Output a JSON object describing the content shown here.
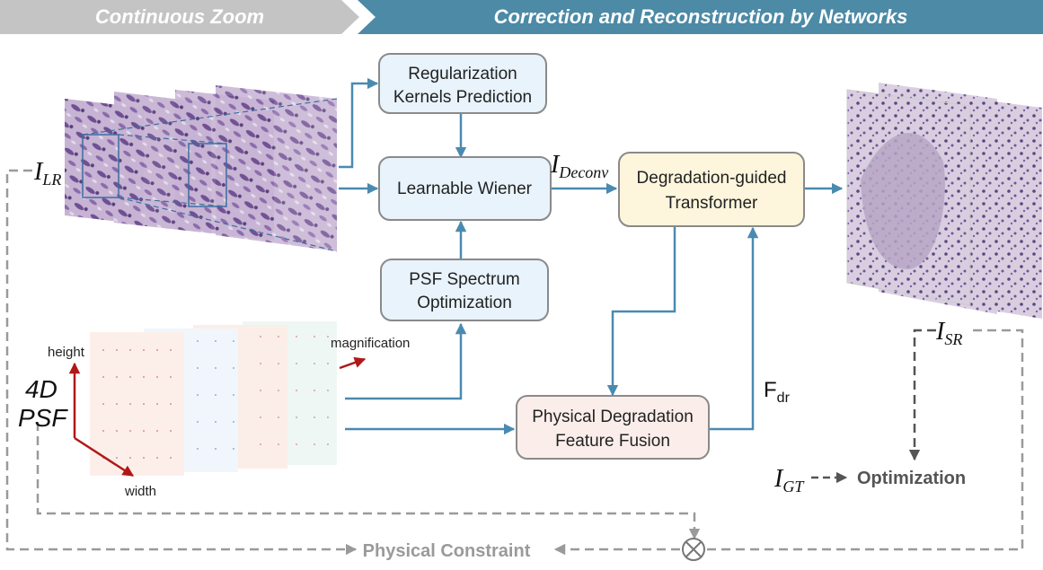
{
  "banner": {
    "left_label": "Continuous Zoom",
    "right_label": "Correction and Reconstruction by Networks"
  },
  "boxes": {
    "regularization_line1": "Regularization",
    "regularization_line2": "Kernels Prediction",
    "wiener": "Learnable Wiener",
    "psf_opt_line1": "PSF Spectrum",
    "psf_opt_line2": "Optimization",
    "transformer_line1": "Degradation-guided",
    "transformer_line2": "Transformer",
    "fusion_line1": "Physical Degradation",
    "fusion_line2": "Feature Fusion"
  },
  "symbols": {
    "i_lr_base": "I",
    "i_lr_sub": "LR",
    "i_deconv_base": "I",
    "i_deconv_sub": "Deconv",
    "i_sr_base": "I",
    "i_sr_sub": "SR",
    "i_gt_base": "I",
    "i_gt_sub": "GT",
    "f_dr_base": "F",
    "f_dr_sub": "dr"
  },
  "psf": {
    "line1": "4D",
    "line2": "PSF",
    "axis_height": "height",
    "axis_width": "width",
    "axis_magnification": "magnification"
  },
  "labels": {
    "optimization": "Optimization",
    "physical_constraint": "Physical Constraint"
  },
  "colors": {
    "banner_grey": "#c4c4c4",
    "banner_blue": "#4c8aa6",
    "arrow_blue": "#4a8ab0",
    "box_blue_fill": "#e8f3fb",
    "box_yellow_fill": "#fdf5dc",
    "box_pink_fill": "#fbeeea",
    "dashed_grey": "#9a9a9a",
    "axis_red": "#b01818"
  }
}
